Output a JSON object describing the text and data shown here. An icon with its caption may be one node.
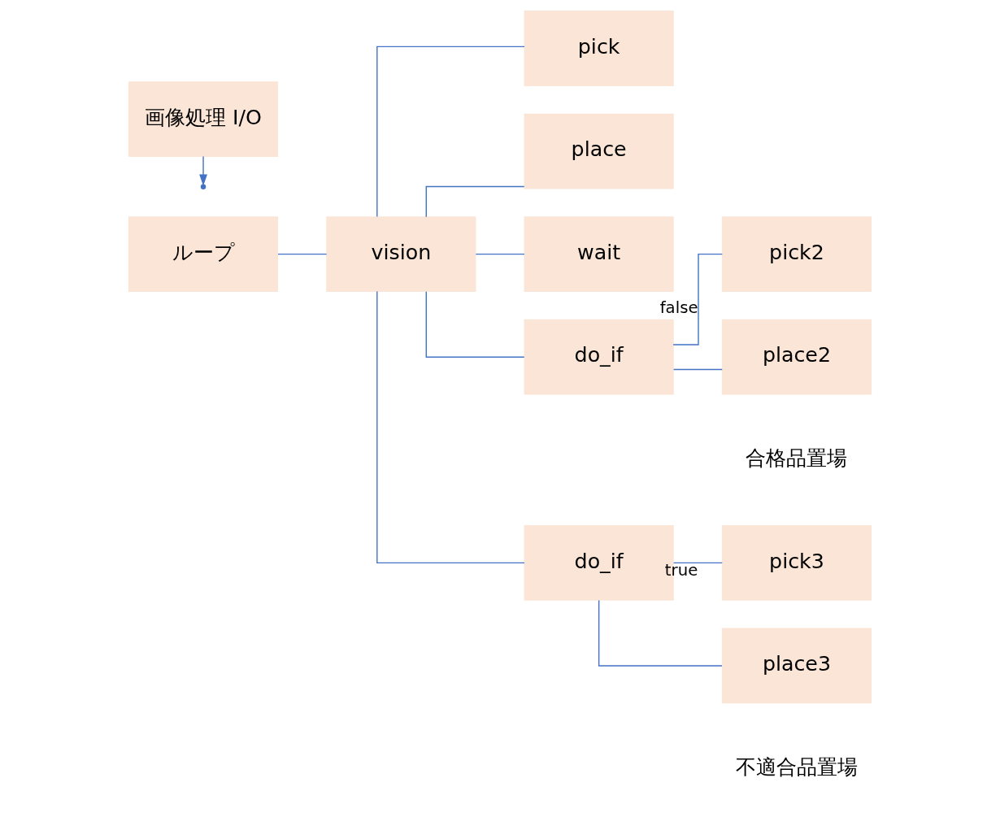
{
  "diagram": {
    "nodes": [
      {
        "text": [
          "ループ"
        ]
      },
      {
        "text": [
          "vision"
        ]
      },
      {
        "text": [
          "pick"
        ]
      },
      {
        "text": [
          "place"
        ]
      },
      {
        "text": [
          "wait"
        ]
      },
      {
        "text": [
          "画像処理 I/O"
        ]
      },
      {
        "text": [
          "do_if"
        ]
      },
      {
        "text": [
          "pick2"
        ]
      },
      {
        "text": [
          "place2"
        ],
        "beside": [
          "合格品置場"
        ]
      },
      {
        "text": [
          "do_if"
        ]
      },
      {
        "text": [
          "pick3"
        ]
      },
      {
        "text": [
          "place3"
        ],
        "beside": [
          "不適合品置場"
        ]
      }
    ],
    "edges": [
      {
        "from": 0,
        "to": 1,
        "arrow": "none"
      },
      {
        "from": 1,
        "to": 2,
        "arrow": "none"
      },
      {
        "from": 1,
        "to": 3,
        "arrow": "none"
      },
      {
        "from": 1,
        "to": 4,
        "arrow": "none"
      },
      {
        "from": 5,
        "to": null,
        "arrow": "to"
      },
      {
        "from": 1,
        "to": 6,
        "arrow": "none"
      },
      {
        "from": 1,
        "to": 9,
        "arrow": "none"
      },
      {
        "from": 6,
        "to": 7,
        "arrow": "none",
        "label": "false"
      },
      {
        "from": 6,
        "to": 8,
        "arrow": "none"
      },
      {
        "from": 9,
        "to": 10,
        "arrow": "none",
        "label": "true"
      },
      {
        "from": 9,
        "to": 11,
        "arrow": "none"
      }
    ]
  }
}
